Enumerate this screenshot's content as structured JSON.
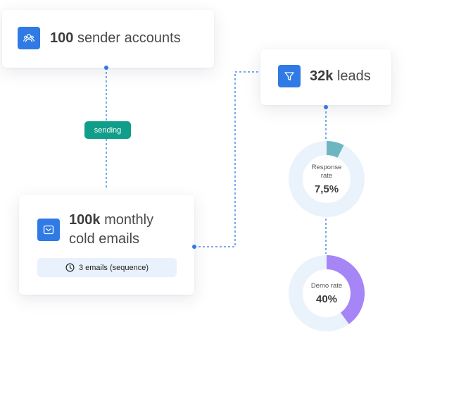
{
  "sender_card": {
    "count": "100",
    "text": "sender accounts",
    "icon": "users-icon"
  },
  "sending_badge": "sending",
  "emails_card": {
    "count": "100k",
    "text_line1": "monthly",
    "text_line2": "cold emails",
    "sequence_label": "3 emails (sequence)",
    "icon": "envelope-icon"
  },
  "leads_card": {
    "count": "32k",
    "text": "leads",
    "icon": "funnel-icon"
  },
  "response_chart": {
    "caption_line1": "Response",
    "caption_line2": "rate",
    "value_label": "7,5%",
    "fraction": 0.075,
    "color": "#6bb6c1"
  },
  "demo_chart": {
    "caption": "Demo rate",
    "value_label": "40%",
    "fraction": 0.4,
    "color": "#a685f7"
  },
  "colors": {
    "accent": "#2f7ae5",
    "badge": "#109e8a",
    "ring_track": "#eaf2fb"
  }
}
